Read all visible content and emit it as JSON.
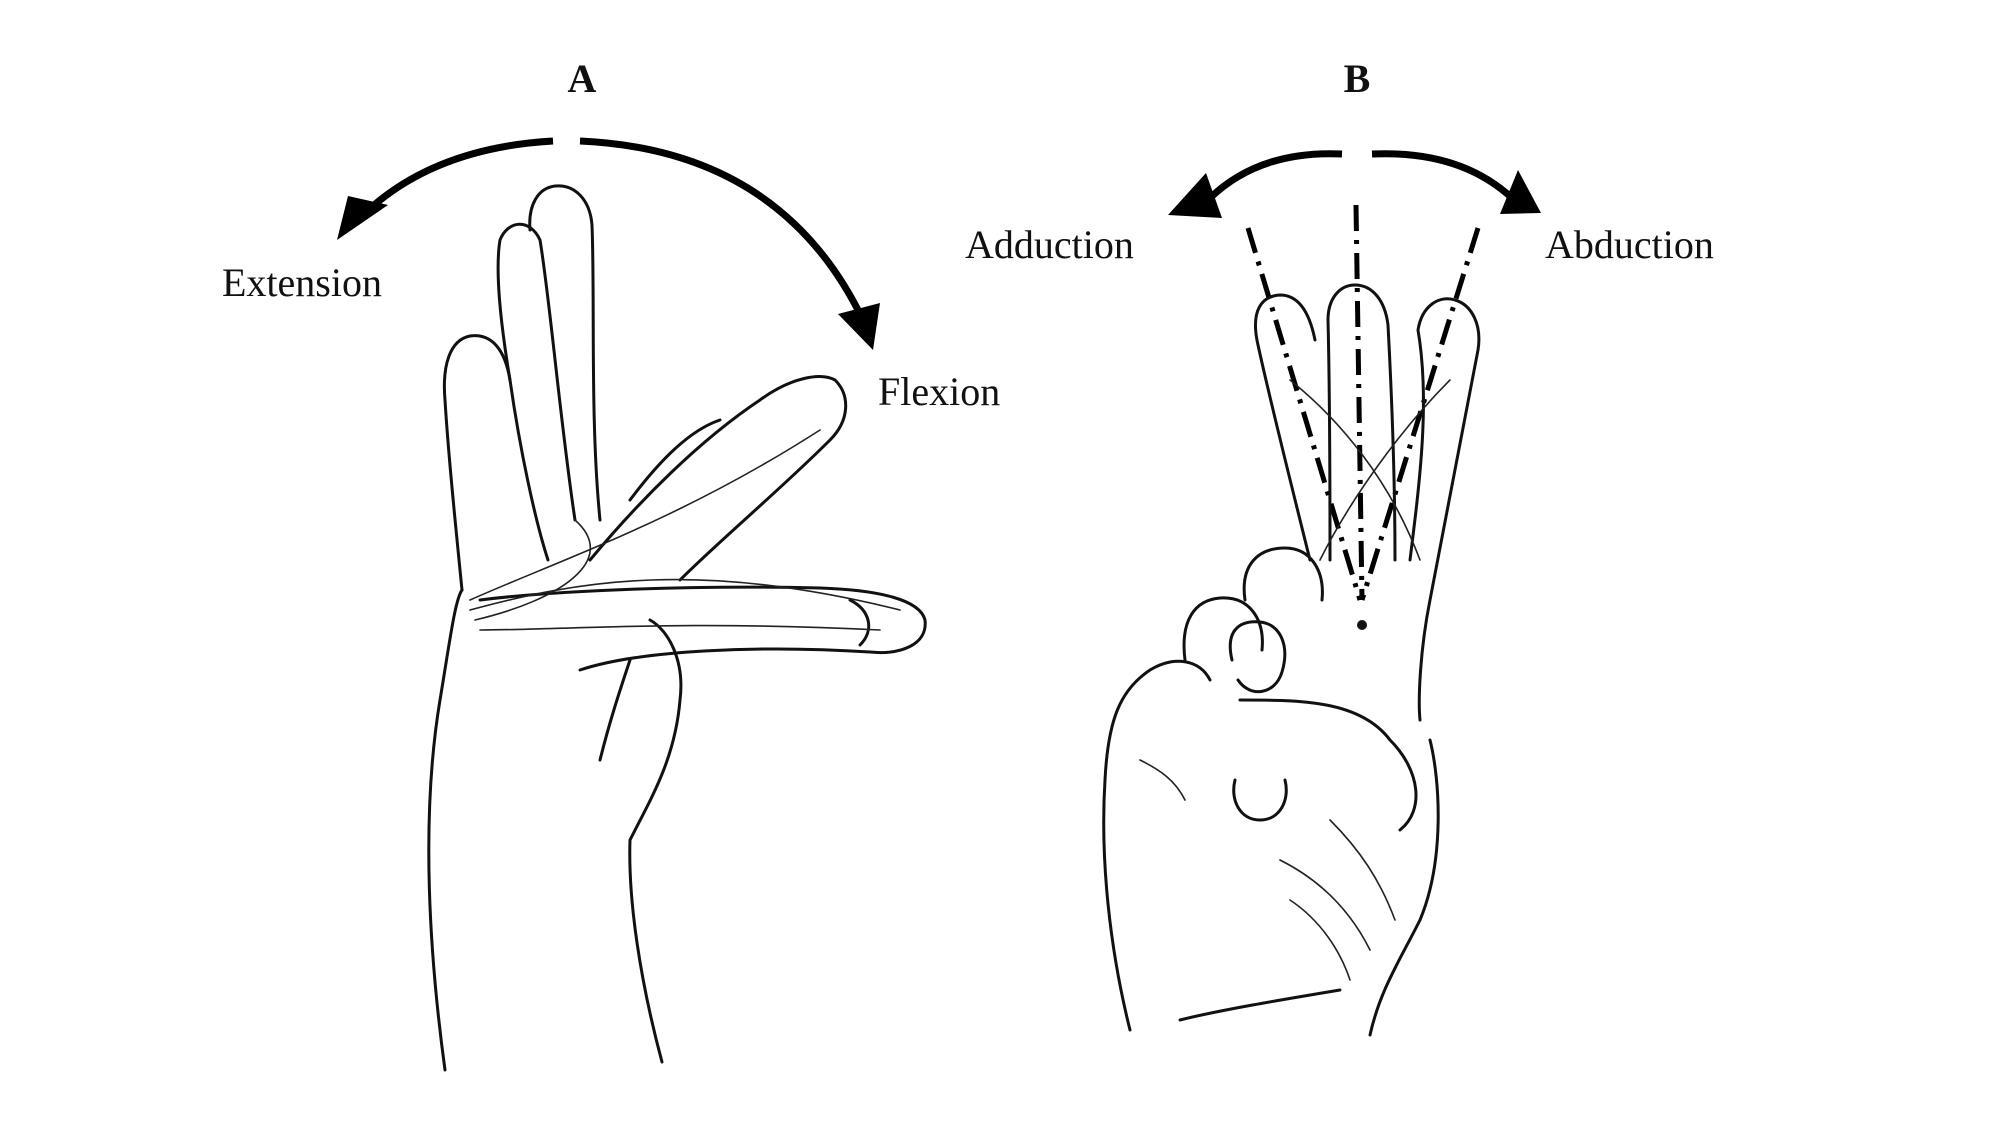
{
  "panels": {
    "a": {
      "letter": "A",
      "left_motion": "Extension",
      "right_motion": "Flexion"
    },
    "b": {
      "letter": "B",
      "left_motion": "Adduction",
      "right_motion": "Abduction"
    }
  },
  "colors": {
    "ink": "#111111",
    "background": "#ffffff"
  }
}
